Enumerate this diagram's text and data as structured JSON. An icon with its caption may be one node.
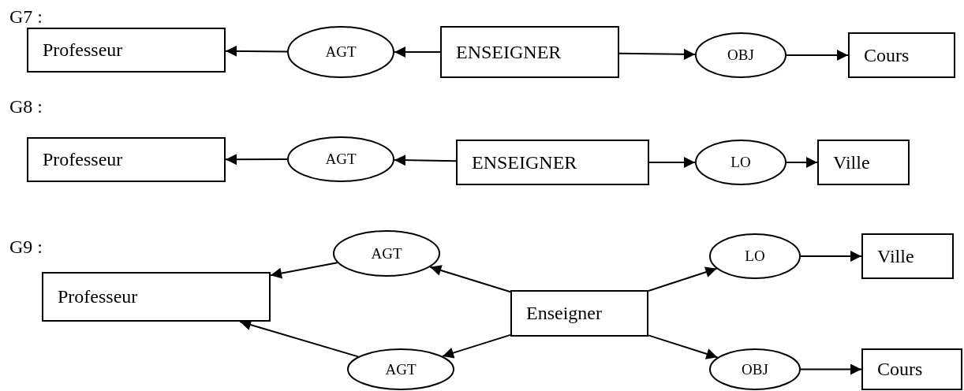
{
  "diagram": {
    "nodes": [
      {
        "text": [
          "Professeur"
        ]
      },
      {
        "text": [
          "AGT"
        ]
      },
      {
        "text": [
          "ENSEIGNER"
        ]
      },
      {
        "text": [
          "OBJ"
        ]
      },
      {
        "text": [
          "Cours"
        ]
      },
      {
        "text": [
          "Professeur"
        ]
      },
      {
        "text": [
          "AGT"
        ]
      },
      {
        "text": [
          "ENSEIGNER"
        ]
      },
      {
        "text": [
          "LO"
        ]
      },
      {
        "text": [
          "Ville"
        ]
      },
      {
        "text": [
          "AGT"
        ]
      },
      {
        "text": [
          "Professeur"
        ]
      },
      {
        "text": [
          "LO"
        ]
      },
      {
        "text": [
          "Ville"
        ]
      },
      {
        "text": [
          "Enseigner"
        ]
      },
      {
        "text": [
          "AGT"
        ]
      },
      {
        "text": [
          "OBJ"
        ]
      },
      {
        "text": [
          "Cours"
        ]
      }
    ],
    "edges": [
      {
        "from": 1,
        "to": 0,
        "arrow": "to"
      },
      {
        "from": 2,
        "to": 1,
        "arrow": "to"
      },
      {
        "from": 2,
        "to": 3,
        "arrow": "to"
      },
      {
        "from": 3,
        "to": 4,
        "arrow": "to"
      },
      {
        "from": 6,
        "to": 5,
        "arrow": "to"
      },
      {
        "from": 7,
        "to": 6,
        "arrow": "to"
      },
      {
        "from": 7,
        "to": 8,
        "arrow": "to"
      },
      {
        "from": 8,
        "to": 9,
        "arrow": "to"
      },
      {
        "from": 10,
        "to": 11,
        "arrow": "to"
      },
      {
        "from": 14,
        "to": 10,
        "arrow": "to"
      },
      {
        "from": 14,
        "to": 12,
        "arrow": "to"
      },
      {
        "from": 12,
        "to": 13,
        "arrow": "to"
      },
      {
        "from": 14,
        "to": 15,
        "arrow": "to"
      },
      {
        "from": 15,
        "to": 11,
        "arrow": "to"
      },
      {
        "from": 14,
        "to": 16,
        "arrow": "to"
      },
      {
        "from": 16,
        "to": 17,
        "arrow": "to"
      }
    ],
    "labels": [
      "G7 :",
      "G8 :",
      "G9 :"
    ]
  }
}
